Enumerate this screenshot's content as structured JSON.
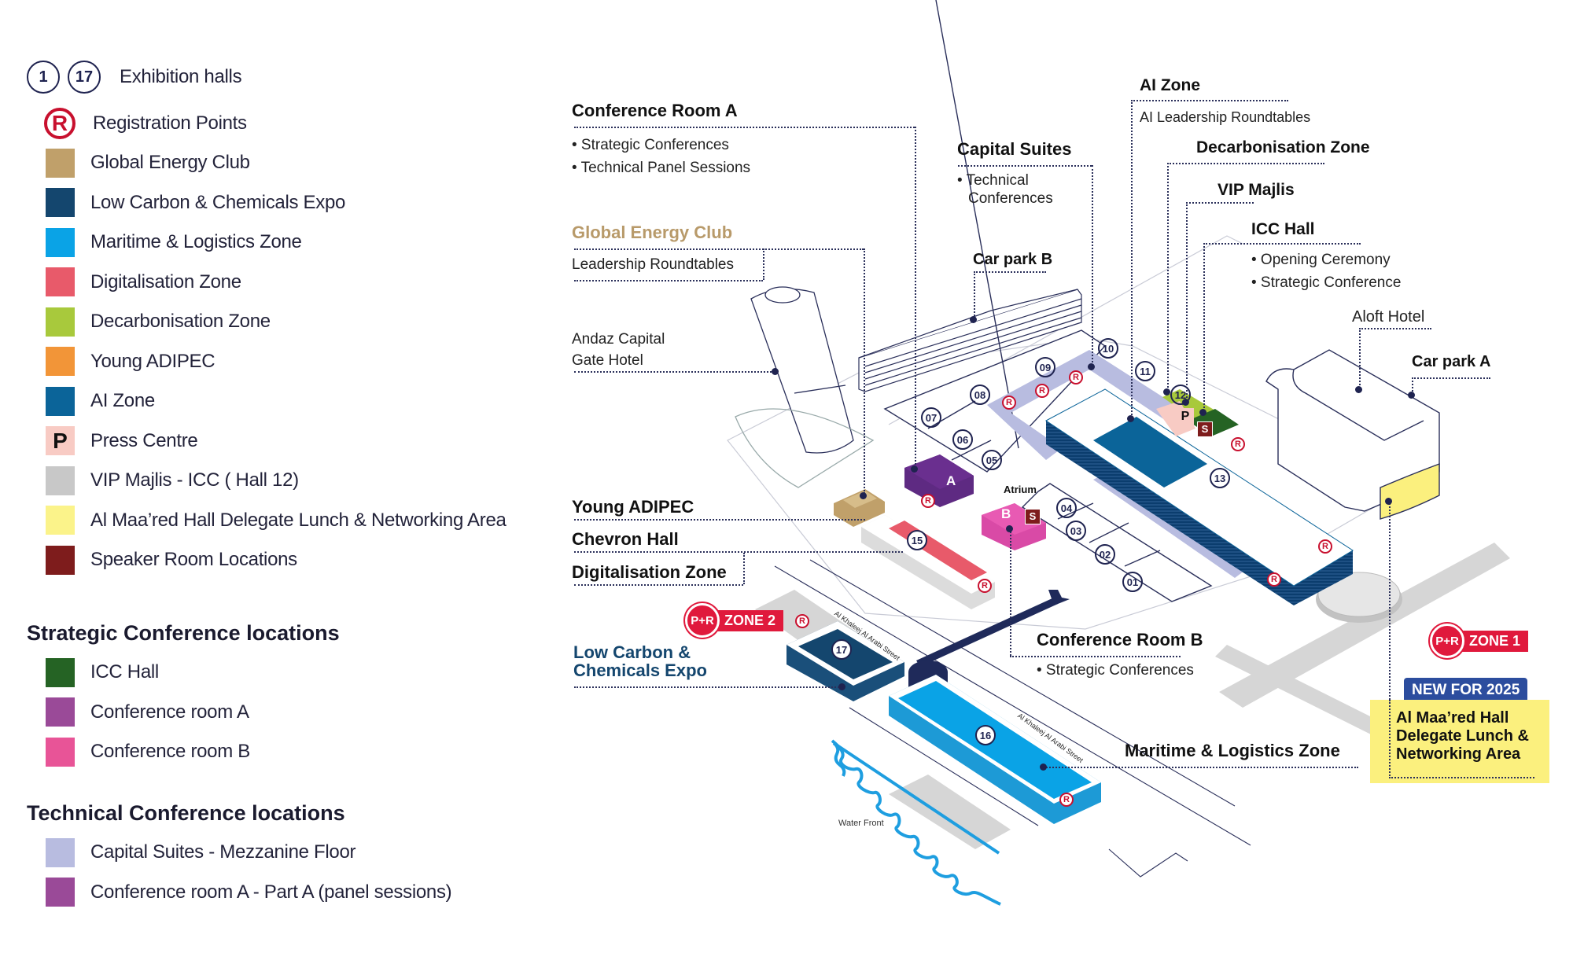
{
  "legend": {
    "exhibition_halls": {
      "badges": [
        "1",
        "17"
      ],
      "label": "Exhibition halls"
    },
    "registration": {
      "icon": "R",
      "label": "Registration Points"
    },
    "zones": [
      {
        "label": "Global Energy Club",
        "color": "#c0a06a"
      },
      {
        "label": "Low Carbon & Chemicals Expo",
        "color": "#14466e"
      },
      {
        "label": "Maritime & Logistics  Zone",
        "color": "#0aa3e6"
      },
      {
        "label": "Digitalisation Zone",
        "color": "#e85a6a"
      },
      {
        "label": "Decarbonisation Zone",
        "color": "#a8c93c"
      },
      {
        "label": "Young ADIPEC",
        "color": "#f29538"
      },
      {
        "label": "AI Zone",
        "color": "#0b6499"
      },
      {
        "label": "Press Centre",
        "color": "#f8cbc4",
        "glyph": "P"
      },
      {
        "label": "VIP Majlis - ICC ( Hall 12)",
        "color": "#c8c8c8"
      },
      {
        "label": "Al Maa’red Hall Delegate Lunch & Networking Area",
        "color": "#fbf38a"
      },
      {
        "label": "Speaker Room Locations",
        "color": "#7e1c1c"
      }
    ],
    "strategic_heading": "Strategic Conference locations",
    "strategic": [
      {
        "label": "ICC Hall",
        "color": "#256324"
      },
      {
        "label": "Conference room A",
        "color": "#9a4a98"
      },
      {
        "label": "Conference room B",
        "color": "#e85497"
      }
    ],
    "technical_heading": "Technical Conference locations",
    "technical": [
      {
        "label": "Capital Suites - Mezzanine Floor",
        "color": "#b8bce0"
      },
      {
        "label": "Conference room A - Part A (panel sessions)",
        "color": "#9a4a98"
      }
    ]
  },
  "map": {
    "conference_room_a": {
      "title": "Conference Room A",
      "items": [
        "• Strategic Conferences",
        "• Technical Panel Sessions"
      ]
    },
    "global_energy_club": {
      "title": "Global Energy Club",
      "sub": "Leadership  Roundtables",
      "color": "#b89a6a"
    },
    "andaz": {
      "line1": "Andaz Capital",
      "line2": "Gate Hotel"
    },
    "capital_suites": {
      "title": "Capital Suites",
      "items": [
        "• Technical",
        "Conferences"
      ]
    },
    "car_park_b": "Car park B",
    "ai_zone": {
      "title": "AI Zone",
      "sub": "AI Leadership Roundtables"
    },
    "decarbonisation_zone": "Decarbonisation Zone",
    "vip_majlis": "VIP Majlis",
    "icc_hall": {
      "title": "ICC Hall",
      "items": [
        "• Opening Ceremony",
        "• Strategic Conference"
      ]
    },
    "aloft": "Aloft Hotel",
    "car_park_a": "Car park A",
    "young_adipec": "Young ADIPEC",
    "chevron_hall": "Chevron Hall",
    "digitalisation_zone": "Digitalisation Zone",
    "low_carbon": {
      "line1": "Low Carbon &",
      "line2": "Chemicals Expo",
      "color": "#14466e"
    },
    "conference_room_b": {
      "title": "Conference Room B",
      "items": [
        "• Strategic Conferences"
      ]
    },
    "maritime": "Maritime & Logistics Zone",
    "atrium": "Atrium",
    "street": "Al Khaleej Al Arabi Street",
    "waterfront": "Water Front",
    "zone1": {
      "badge": "P+R",
      "label": "ZONE 1"
    },
    "zone2": {
      "badge": "P+R",
      "label": "ZONE 2"
    },
    "new_badge": "NEW FOR 2025",
    "maared": [
      "Al Maa’red Hall",
      "Delegate Lunch &",
      "Networking Area"
    ],
    "hall_numbers": [
      "01",
      "02",
      "03",
      "04",
      "05",
      "06",
      "07",
      "08",
      "09",
      "10",
      "11",
      "12",
      "13",
      "15",
      "16",
      "17"
    ],
    "room_a_letter": "A",
    "room_b_letter": "B",
    "press_letter": "P",
    "speaker_letter": "S",
    "reg_letter": "R"
  }
}
